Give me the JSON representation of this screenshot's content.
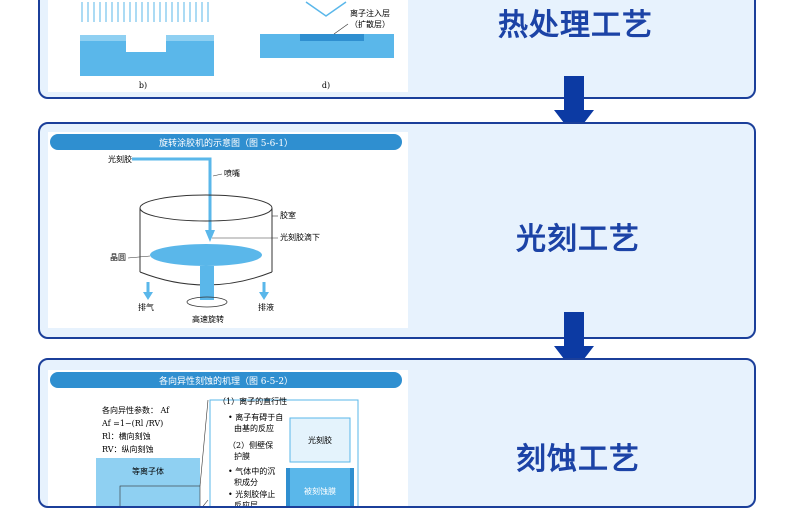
{
  "colors": {
    "border": "#1b3f9a",
    "card_bg": "#e7f2fd",
    "title_text": "#1c43a6",
    "arrow": "#0c3aa3",
    "fig_blue": "#5ab7ea"
  },
  "steps": [
    {
      "title": "热处理工艺",
      "figure": {
        "label_b": "b)",
        "label_d": "d)",
        "annot_1": "离子注入层",
        "annot_2": "（扩散层）"
      }
    },
    {
      "title": "光刻工艺",
      "figure": {
        "caption": "旋转涂胶机的示意图（图 5-6-1）",
        "photoresist": "光刻胶",
        "nozzle": "喷嘴",
        "chamber": "胶室",
        "drip": "光刻胶滴下",
        "wafer": "晶圆",
        "exhaust": "排气",
        "drain": "排液",
        "spin": "高速旋转"
      }
    },
    {
      "title": "刻蚀工艺",
      "figure": {
        "caption": "各向异性刻蚀的机理（图 6-5-2）",
        "param": "各向异性参数： Af",
        "formula": "Af =1−(Rl /RV)",
        "rl": "Rl：横向刻蚀",
        "rv": "RV：纵向刻蚀",
        "plasma": "等离子体",
        "s1": "（1）离子的直行性",
        "b1a": "• 离子有碍于自",
        "b1b": "由基的反应",
        "s2a": "（2）侧壁保",
        "s2b": "护膜",
        "b2a": "• 气体中的沉",
        "b2b": "积成分",
        "b3a": "• 光刻胶停止",
        "b3b": "反应层",
        "photoresist": "光刻胶",
        "etched_film": "被刻蚀膜"
      }
    }
  ]
}
